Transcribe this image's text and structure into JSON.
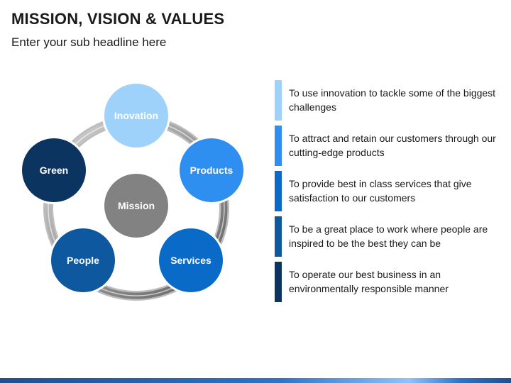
{
  "header": {
    "title": "MISSION, VISION & VALUES",
    "subtitle": "Enter your sub headline here"
  },
  "diagram": {
    "center": {
      "label": "Mission",
      "color": "#828282"
    },
    "nodes": [
      {
        "label": "Inovation",
        "color": "#9ed2fb"
      },
      {
        "label": "Products",
        "color": "#2f8ff0"
      },
      {
        "label": "Services",
        "color": "#0a6ac8"
      },
      {
        "label": "People",
        "color": "#0e58a0"
      },
      {
        "label": "Green",
        "color": "#0c3460"
      }
    ]
  },
  "statements": [
    {
      "text": "To use innovation to tackle some of the biggest challenges",
      "color": "#9ed2fb"
    },
    {
      "text": "To attract and retain our customers through our cutting-edge products",
      "color": "#2f8ff0"
    },
    {
      "text": "To provide best in class services that give satisfaction to our customers",
      "color": "#0a6ac8"
    },
    {
      "text": "To be a great place to work where people are inspired to be the best they can be",
      "color": "#0e58a0"
    },
    {
      "text": "To operate our best business in an environmentally responsible manner",
      "color": "#0c3460"
    }
  ]
}
